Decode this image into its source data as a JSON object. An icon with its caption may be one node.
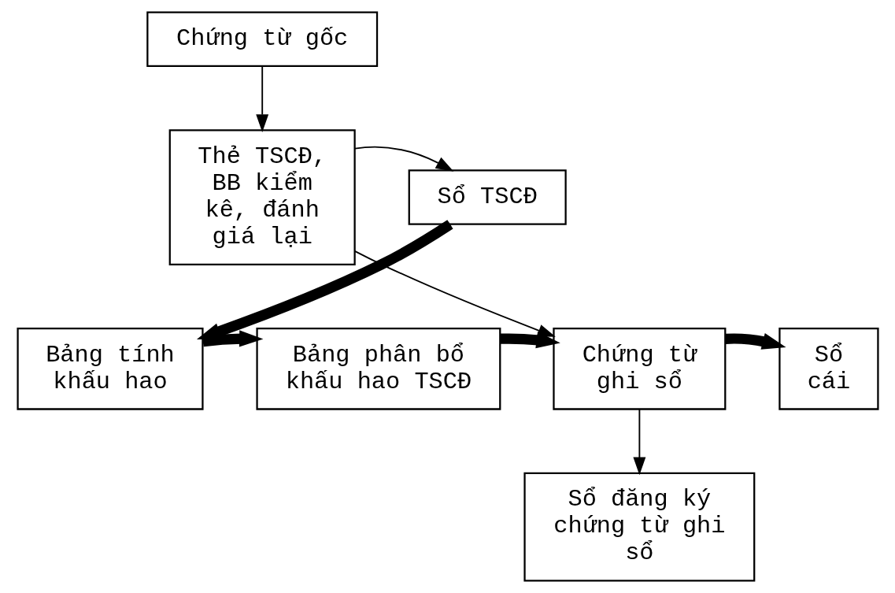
{
  "diagram": {
    "nodes": [
      {
        "text": [
          "Chứng từ gốc"
        ]
      },
      {
        "text": [
          "Thẻ TSCĐ, BB kiểm kê, đánh giá lại"
        ]
      },
      {
        "text": [
          "Sổ TSCĐ"
        ]
      },
      {
        "text": [
          "Bảng tính khấu hao"
        ]
      },
      {
        "text": [
          "Bảng phân bổ khấu hao TSCĐ"
        ]
      },
      {
        "text": [
          "Chứng từ ghi sổ"
        ]
      },
      {
        "text": [
          "Sổ cái"
        ]
      },
      {
        "text": [
          "Sổ đăng ký chứng từ ghi sổ"
        ]
      }
    ],
    "edges": [
      {
        "from": 0,
        "to": 1,
        "arrow": "to"
      },
      {
        "from": 1,
        "to": 2,
        "arrow": "to"
      },
      {
        "from": 1,
        "to": 5,
        "arrow": "to"
      },
      {
        "from": 2,
        "to": 3,
        "arrow": "to",
        "style": "thick"
      },
      {
        "from": 3,
        "to": 4,
        "arrow": "to",
        "style": "thick"
      },
      {
        "from": 4,
        "to": 5,
        "arrow": "to",
        "style": "thick"
      },
      {
        "from": 5,
        "to": 6,
        "arrow": "to",
        "style": "thick"
      },
      {
        "from": 5,
        "to": 7,
        "arrow": "to"
      }
    ]
  }
}
